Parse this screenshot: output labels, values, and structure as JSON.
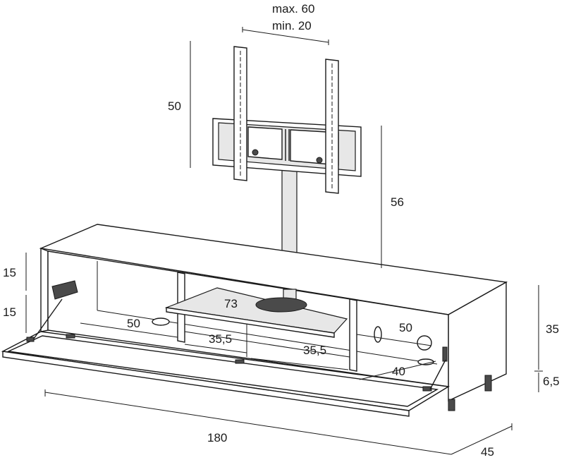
{
  "dimensions": {
    "vesa_max": "max. 60",
    "vesa_min": "min. 20",
    "bracket_height": "50",
    "mount_height": "56",
    "left_upper": "15",
    "left_lower": "15",
    "cabinet_height": "35",
    "foot_height": "6,5",
    "total_width": "180",
    "depth": "45",
    "shelf_width": "73",
    "left_bay": "50",
    "right_bay": "50",
    "center_left": "35,5",
    "center_right": "35,5",
    "right_floor": "40"
  }
}
